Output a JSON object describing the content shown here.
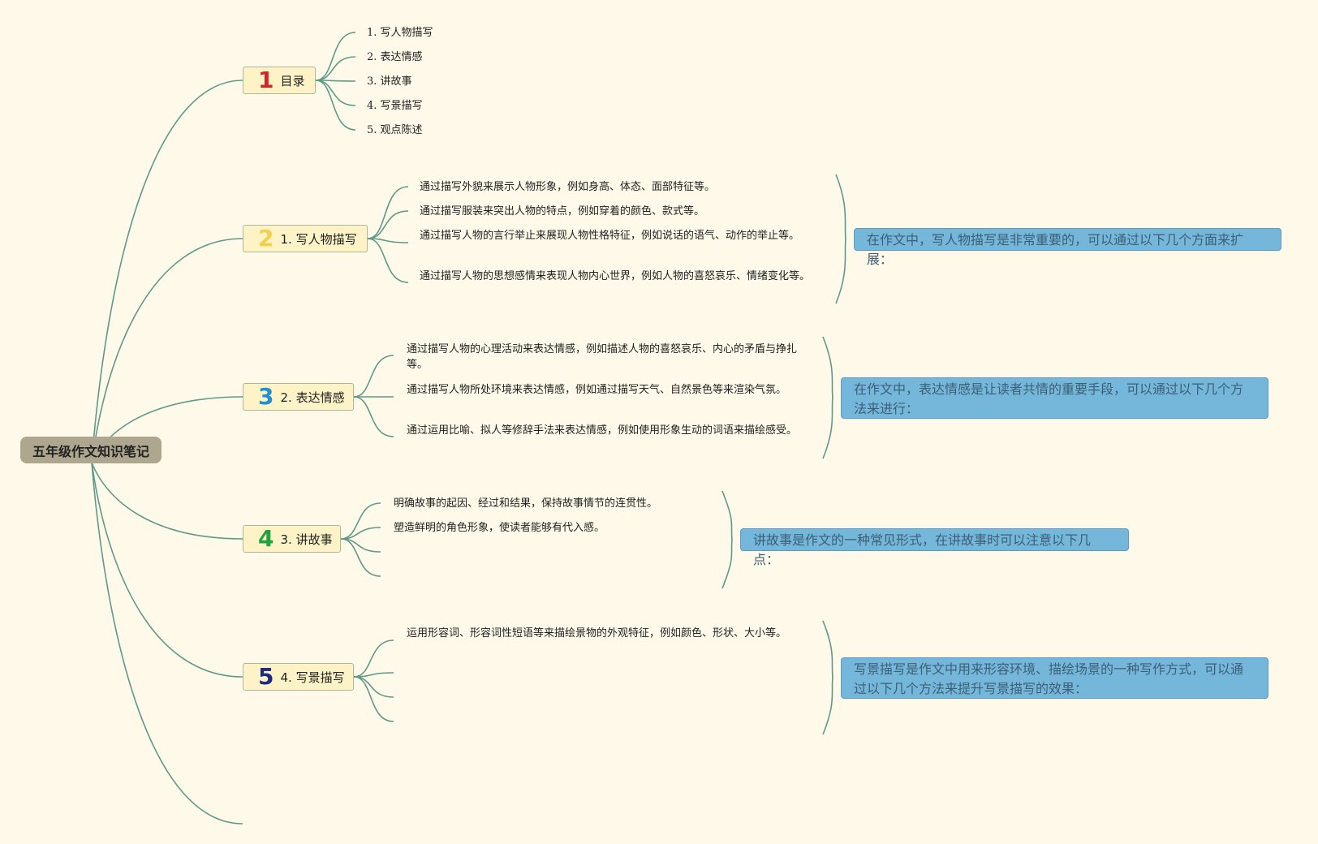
{
  "root": {
    "label": "五年级作文知识笔记"
  },
  "colors": {
    "line": "#5f9a88",
    "background": "#fef9e9",
    "num1": "#d0262f",
    "num2": "#f2d04b",
    "num3": "#1f8fd6",
    "num4": "#24a242",
    "num5": "#1d2a86"
  },
  "branches": [
    {
      "num": "1",
      "label": "目录",
      "children": [
        "1. 写人物描写",
        "2. 表达情感",
        "3. 讲故事",
        "4. 写景描写",
        "5. 观点陈述"
      ]
    },
    {
      "num": "2",
      "label": "1. 写人物描写",
      "children": [
        "通过描写外貌来展示人物形象，例如身高、体态、面部特征等。",
        "通过描写服装来突出人物的特点，例如穿着的颜色、款式等。",
        "通过描写人物的言行举止来展现人物性格特征，例如说话的语气、动作的举止等。",
        "通过描写人物的思想感情来表现人物内心世界，例如人物的喜怒哀乐、情绪变化等。"
      ],
      "summary": "在作文中，写人物描写是非常重要的，可以通过以下几个方面来扩展："
    },
    {
      "num": "3",
      "label": "2. 表达情感",
      "children": [
        "通过描写人物的心理活动来表达情感，例如描述人物的喜怒哀乐、内心的矛盾与挣扎等。",
        "通过描写人物所处环境来表达情感，例如通过描写天气、自然景色等来渲染气氛。",
        "通过运用比喻、拟人等修辞手法来表达情感，例如使用形象生动的词语来描绘感受。"
      ],
      "summary": "在作文中，表达情感是让读者共情的重要手段，可以通过以下几个方法来进行："
    },
    {
      "num": "4",
      "label": "3. 讲故事",
      "children": [
        "明确故事的起因、经过和结果，保持故事情节的连贯性。",
        "塑造鲜明的角色形象，使读者能够有代入感。",
        "",
        ""
      ],
      "summary": "讲故事是作文的一种常见形式，在讲故事时可以注意以下几点："
    },
    {
      "num": "5",
      "label": "4. 写景描写",
      "children": [
        "运用形容词、形容词性短语等来描绘景物的外观特征，例如颜色、形状、大小等。",
        "",
        "",
        ""
      ],
      "summary": "写景描写是作文中用来形容环境、描绘场景的一种写作方式，可以通过以下几个方法来提升写景描写的效果："
    }
  ]
}
